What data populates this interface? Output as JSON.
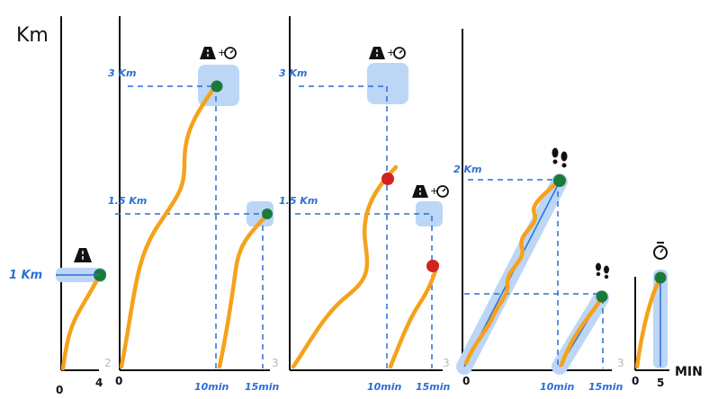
{
  "axis_labels": {
    "y": "Km",
    "x": "MIN"
  },
  "panel1": {
    "y_label": "1 Km",
    "x_ticks": [
      "0",
      "4"
    ],
    "gray_num": "2"
  },
  "panel2": {
    "y_labels": [
      "3 Km",
      "1.5 Km"
    ],
    "x_ticks": [
      "0",
      "10min",
      "15min"
    ],
    "gray_num": "3"
  },
  "panel3": {
    "y_labels": [
      "3 Km",
      "1.5 Km"
    ],
    "x_ticks": [
      "10min",
      "15min"
    ],
    "gray_num": "3"
  },
  "panel4": {
    "y_label": "2 Km",
    "x_ticks": [
      "0",
      "10min",
      "15min"
    ],
    "gray_num": "3"
  },
  "panel5": {
    "x_ticks": [
      "0",
      "5"
    ]
  },
  "colors": {
    "curve": "#f5a21b",
    "label_blue": "#2a6fd6",
    "marker_green": "#1b7a3a",
    "marker_red": "#d32222",
    "halo": "#bcd6f5"
  },
  "icons": [
    "road-icon",
    "road-plus-timer-icon",
    "footsteps-icon",
    "stopwatch-icon"
  ]
}
